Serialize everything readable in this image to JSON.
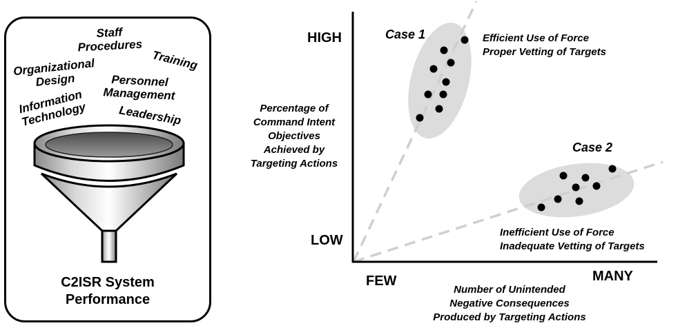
{
  "left_panel": {
    "words": [
      {
        "id": "staff-procedures",
        "text": "Staff\nProcedures"
      },
      {
        "id": "training",
        "text": "Training"
      },
      {
        "id": "organizational-design",
        "text": "Organizational\nDesign"
      },
      {
        "id": "personnel-management",
        "text": "Personnel\nManagement"
      },
      {
        "id": "information-technology",
        "text": "Information\nTechnology"
      },
      {
        "id": "leadership",
        "text": "Leadership"
      }
    ],
    "caption": "C2ISR System\nPerformance",
    "icon": "funnel-icon"
  },
  "chart": {
    "y_high": "HIGH",
    "y_low": "LOW",
    "x_low": "FEW",
    "x_high": "MANY",
    "ylabel": "Percentage of\nCommand Intent\nObjectives\nAchieved by\nTargeting Actions",
    "xlabel": "Number of Unintended\nNegative Consequences\nProduced by Targeting Actions",
    "case1_label": "Case 1",
    "case1_annotation": "Efficient Use of Force\nProper Vetting of Targets",
    "case2_label": "Case 2",
    "case2_annotation": "Inefficient Use of Force\nInadequate Vetting of Targets",
    "colors": {
      "ellipse": "#dcdcdc",
      "dashed_line": "#cfcfcf",
      "axis": "#000000",
      "dot": "#000000"
    }
  }
}
